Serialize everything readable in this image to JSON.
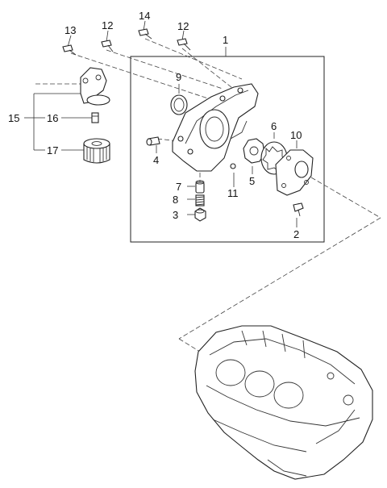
{
  "labels": {
    "p1": "1",
    "p2": "2",
    "p3": "3",
    "p4": "4",
    "p5": "5",
    "p6": "6",
    "p7": "7",
    "p8": "8",
    "p9": "9",
    "p10": "10",
    "p11": "11",
    "p12a": "12",
    "p12b": "12",
    "p13": "13",
    "p14": "14",
    "p15": "15",
    "p16": "16",
    "p17": "17"
  }
}
